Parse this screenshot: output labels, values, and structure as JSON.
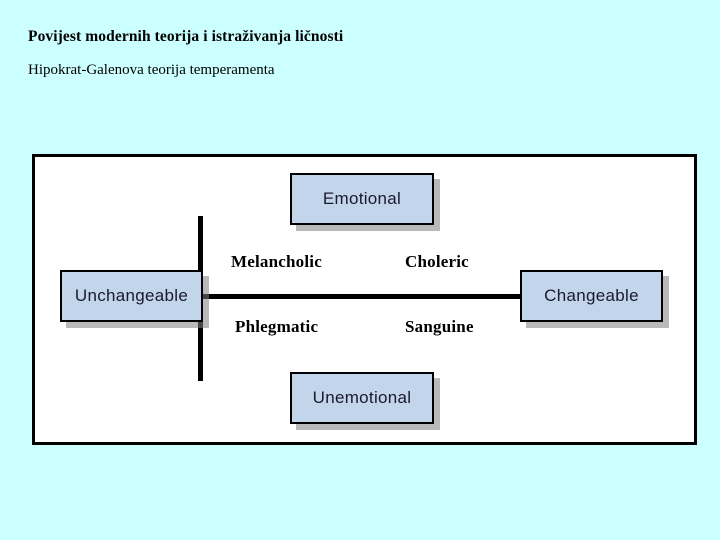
{
  "slide": {
    "background_color": "#ccffff",
    "title": "Povijest modernih teorija i istraživanja ličnosti",
    "subtitle": "Hipokrat-Galenova teorija temperamenta"
  },
  "diagram": {
    "frame_background": "#ffffff",
    "frame_border_color": "#000000",
    "box_fill_color": "#c3d5ea",
    "box_border_color": "#000000",
    "axis_color": "#000000",
    "axes": {
      "vertical_top_label": "Emotional",
      "vertical_bottom_label": "Unemotional",
      "horizontal_left_label": "Unchangeable",
      "horizontal_right_label": "Changeable"
    },
    "nodes": [
      {
        "id": "emotional",
        "label": "Emotional",
        "position": "top"
      },
      {
        "id": "unemotional",
        "label": "Unemotional",
        "position": "bottom"
      },
      {
        "id": "unchangeable",
        "label": "Unchangeable",
        "position": "left"
      },
      {
        "id": "changeable",
        "label": "Changeable",
        "position": "right"
      }
    ],
    "quadrants": [
      {
        "id": "melancholic",
        "label": "Melancholic",
        "position": "top-left"
      },
      {
        "id": "choleric",
        "label": "Choleric",
        "position": "top-right"
      },
      {
        "id": "phlegmatic",
        "label": "Phlegmatic",
        "position": "bottom-left"
      },
      {
        "id": "sanguine",
        "label": "Sanguine",
        "position": "bottom-right"
      }
    ]
  }
}
